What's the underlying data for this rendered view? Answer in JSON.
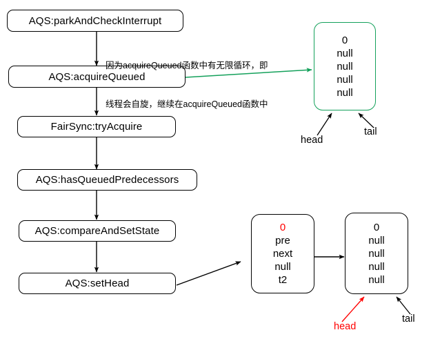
{
  "diagram": {
    "title": "AQS fair lock acquire flow with CLH queue node states",
    "flow_steps": [
      {
        "id": "park-and-check-interrupt",
        "label": "AQS:parkAndCheckInterrupt"
      },
      {
        "id": "acquire-queued",
        "label": "AQS:acquireQueued"
      },
      {
        "id": "try-acquire",
        "label": "FairSync:tryAcquire"
      },
      {
        "id": "has-queued-predecessors",
        "label": "AQS:hasQueuedPredecessors"
      },
      {
        "id": "compare-and-set-state",
        "label": "AQS:compareAndSetState"
      },
      {
        "id": "set-head",
        "label": "AQS:setHead"
      }
    ],
    "annotation": {
      "line1": "因为acquireQueued函数中有无限循环，即",
      "line2": "线程会自旋，继续在acquireQueued函数中"
    },
    "queue_top": {
      "node": {
        "cells": [
          "0",
          "null",
          "null",
          "null",
          "null"
        ],
        "border_color": "#13a05a"
      },
      "pointers": [
        {
          "name": "head",
          "label": "head",
          "color": "#000000"
        },
        {
          "name": "tail",
          "label": "tail",
          "color": "#000000"
        }
      ]
    },
    "queue_bottom": {
      "nodes": [
        {
          "name": "node-t2",
          "cells": [
            "0",
            "pre",
            "next",
            "null",
            "t2"
          ],
          "highlight_index": 0,
          "highlight_color": "#ff0000"
        },
        {
          "name": "node-head",
          "cells": [
            "0",
            "null",
            "null",
            "null",
            "null"
          ],
          "highlight_index": -1,
          "highlight_color": "#000000"
        }
      ],
      "pointers": [
        {
          "name": "head",
          "label": "head",
          "color": "#ff0000"
        },
        {
          "name": "tail",
          "label": "tail",
          "color": "#000000"
        }
      ]
    },
    "colors": {
      "stroke": "#000000",
      "green": "#13a05a",
      "red": "#ff0000",
      "background": "#ffffff"
    }
  }
}
